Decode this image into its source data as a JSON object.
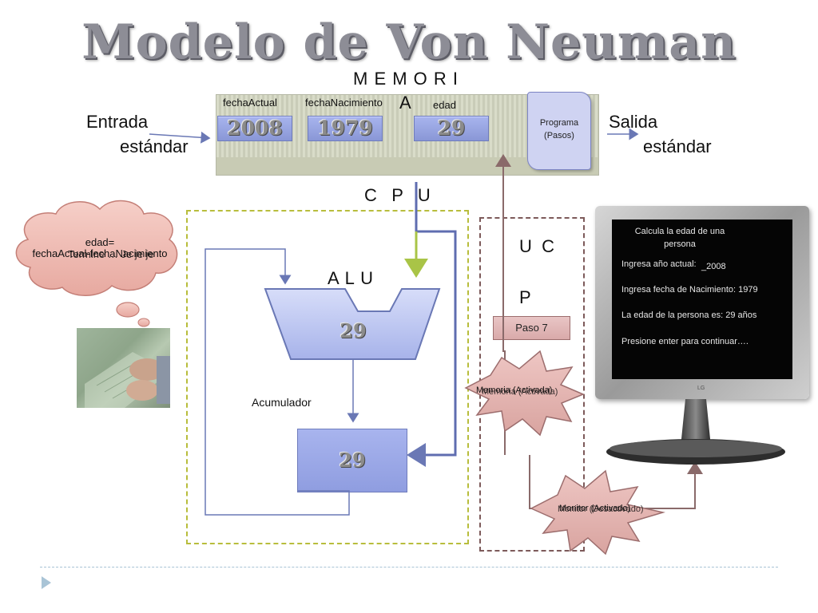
{
  "title": "Modelo de Von Neuman",
  "memoria": {
    "line1": "M E M O R I",
    "line2": "A"
  },
  "cells": [
    {
      "label": "fechaActual",
      "value": "2008"
    },
    {
      "label": "fechaNacimiento",
      "value": "1979"
    },
    {
      "label": "edad",
      "value": "29"
    }
  ],
  "programa": {
    "line1": "Programa",
    "line2": "(Pasos)"
  },
  "entrada": {
    "line1": "Entrada",
    "line2": "estándar"
  },
  "salida": {
    "line1": "Salida",
    "line2": "estándar"
  },
  "cpu": "C   P   U",
  "alu": {
    "label": "A L U",
    "value": "29"
  },
  "acumulador": {
    "label": "Acumulador",
    "value": "29"
  },
  "uc": {
    "line1": "U  C",
    "line2": "P"
  },
  "paso": "Paso 7",
  "thought": {
    "text1": "edad=",
    "text2": "fechaActual-fechaNacimiento",
    "overlay": "Termine … Je je je"
  },
  "burst_memoria": {
    "a": "Memoria (Activada)",
    "b": "Memoria (Activada)"
  },
  "burst_monitor": {
    "a": "Monitor (Activado)",
    "b": "Monitor (Desactivado)"
  },
  "screen": {
    "line1a": "Calcula la edad de una",
    "line1b": "persona",
    "line2": "Ingresa año actual:",
    "line2_value": "_2008",
    "line3": "Ingresa fecha de Nacimiento: 1979",
    "line4": "La edad de la persona es: 29 años",
    "line5": "Presione enter para continuar…."
  },
  "colors": {
    "cell": "#8f9de0",
    "title": "#8d8d96",
    "yellow_dash": "#b8bd3c",
    "brown": "#7d5a5a",
    "blue_arrow": "#6a78b5",
    "green_arrow": "#a9c447"
  }
}
